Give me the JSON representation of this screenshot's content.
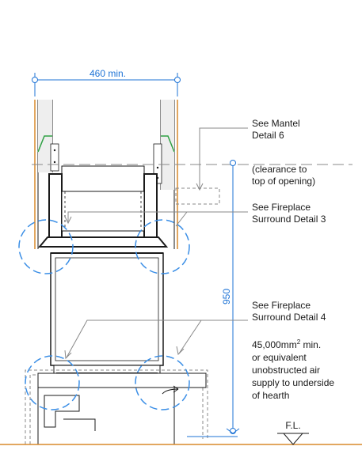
{
  "colors": {
    "dimension": "#1e73d6",
    "callout_circle": "#3a8ee6",
    "timber": "#d98a2b",
    "green_trim": "#2ea043",
    "line": "#1a1a1a",
    "leader": "#888888",
    "floor": "#d98a2b"
  },
  "dimensions": {
    "width_label": "460 min.",
    "height_label": "950"
  },
  "labels": {
    "mantel_line1": "See Mantel",
    "mantel_line2": "Detail 6",
    "clearance_line1": "(clearance to",
    "clearance_line2": "top of opening)",
    "surround3_line1": "See Fireplace",
    "surround3_line2": "Surround Detail 3",
    "surround4_line1": "See Fireplace",
    "surround4_line2": "Surround Detail 4",
    "air_line1_pre": "45,000mm",
    "air_line1_sup": "2",
    "air_line1_post": " min.",
    "air_line2": "or equivalent",
    "air_line3": "unobstructed air",
    "air_line4": "supply to underside",
    "air_line5": "of hearth",
    "floor_level": "F.L."
  },
  "icons": {
    "floor_marker": "down-triangle-icon",
    "dimension_node": "circle-node-icon",
    "detail_callout": "dashed-circle-icon"
  }
}
